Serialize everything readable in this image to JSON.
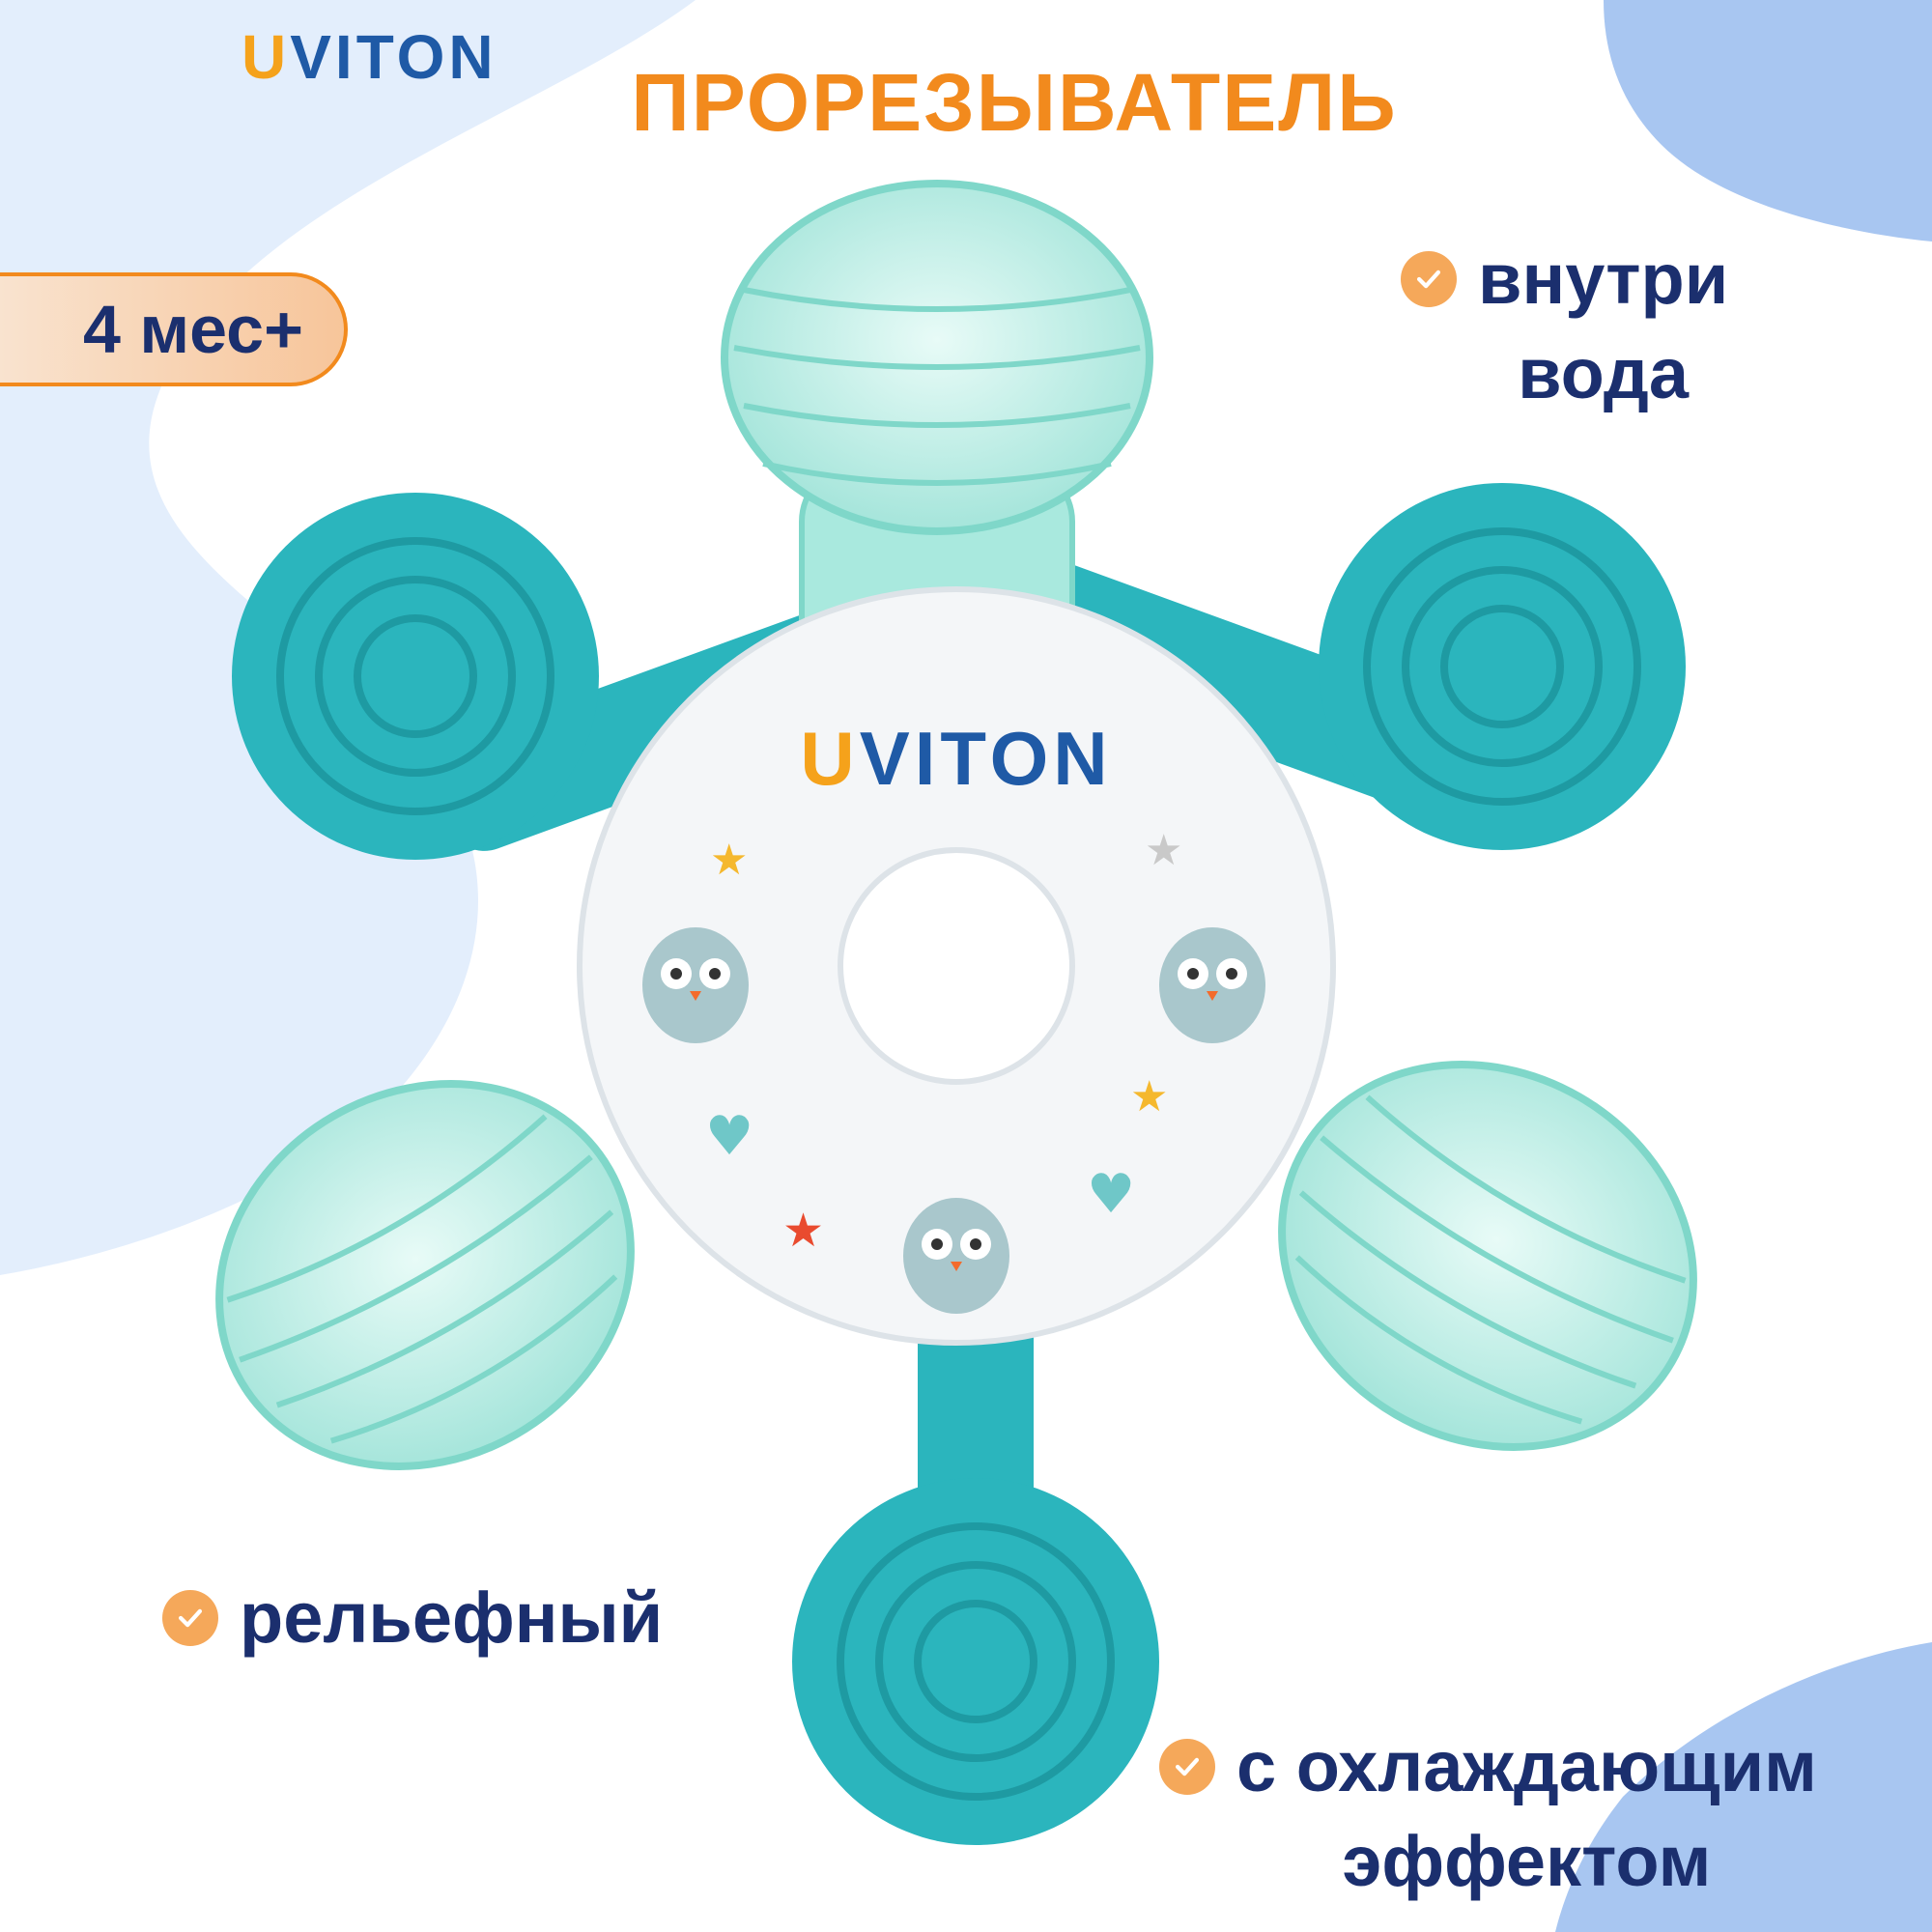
{
  "brand": {
    "letter_u": "U",
    "rest": "VITON"
  },
  "title": "ПРОРЕЗЫВАТЕЛЬ",
  "age_badge": "4 мес+",
  "features": {
    "water_line1": "внутри",
    "water_line2": "вода",
    "relief": "рельефный",
    "cooling_line1": "с охлаждающим",
    "cooling_line2": "эффектом"
  },
  "colors": {
    "brand_blue": "#1f5aa6",
    "title_orange": "#f28a1d",
    "text_navy": "#1b2f6e",
    "teal": "#2bb5bd",
    "aqua": "#bff0e8",
    "bg_blue": "#a8c6f1"
  },
  "icons": [
    "check-icon",
    "owl-icon",
    "star-icon",
    "heart-icon"
  ]
}
